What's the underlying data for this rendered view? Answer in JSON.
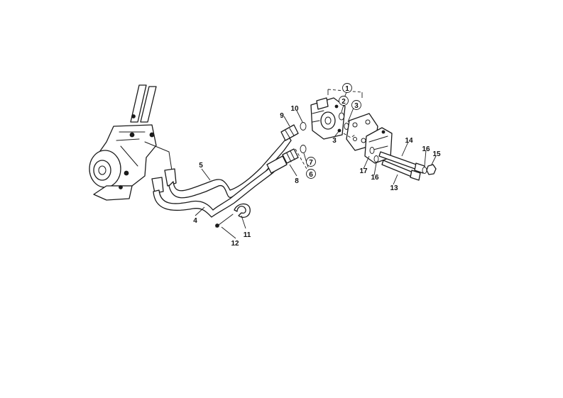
{
  "callouts": {
    "c1": "1",
    "c2": "2",
    "c3a": "3",
    "c3b": "3",
    "c4": "4",
    "c5": "5",
    "c6": "6",
    "c7": "7",
    "c8": "8",
    "c9": "9",
    "c10": "10",
    "c11": "11",
    "c12": "12",
    "c13": "13",
    "c14": "14",
    "c15": "15",
    "c16a": "16",
    "c16b": "16",
    "c17": "17"
  }
}
